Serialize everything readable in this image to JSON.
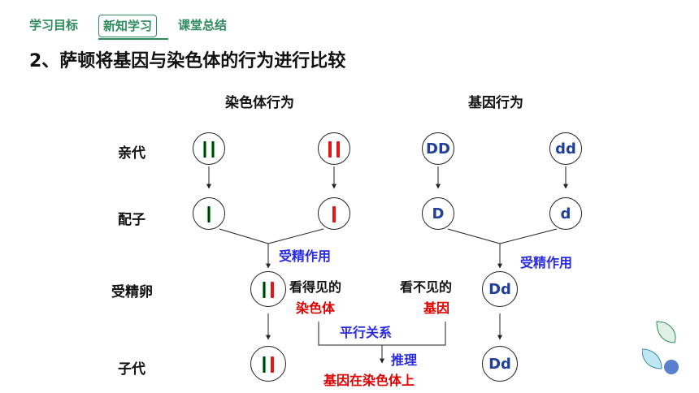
{
  "nav": {
    "tab1": "学习目标",
    "tab2": "新知学习",
    "tab3": "课堂总结"
  },
  "title": "2、萨顿将基因与染色体的行为进行比较",
  "columns": {
    "chromosome": "染色体行为",
    "gene": "基因行为"
  },
  "rows": {
    "parent": "亲代",
    "gamete": "配子",
    "zygote": "受精卵",
    "offspring": "子代"
  },
  "genes": {
    "parent_left": "DD",
    "parent_right": "dd",
    "gamete_left": "D",
    "gamete_right": "d",
    "zygote": "Dd",
    "offspring": "Dd"
  },
  "labels": {
    "fertilization_left": "受精作用",
    "fertilization_right": "受精作用",
    "visible": "看得见的",
    "chromosome": "染色体",
    "invisible": "看不见的",
    "gene": "基因",
    "parallel": "平行关系",
    "inference": "推理",
    "conclusion": "基因在染色体上"
  },
  "colors": {
    "accent": "#2f8a5e",
    "blue_text": "#2a2ae0",
    "gene_text": "#1f3f99",
    "red_text": "#e00000"
  }
}
